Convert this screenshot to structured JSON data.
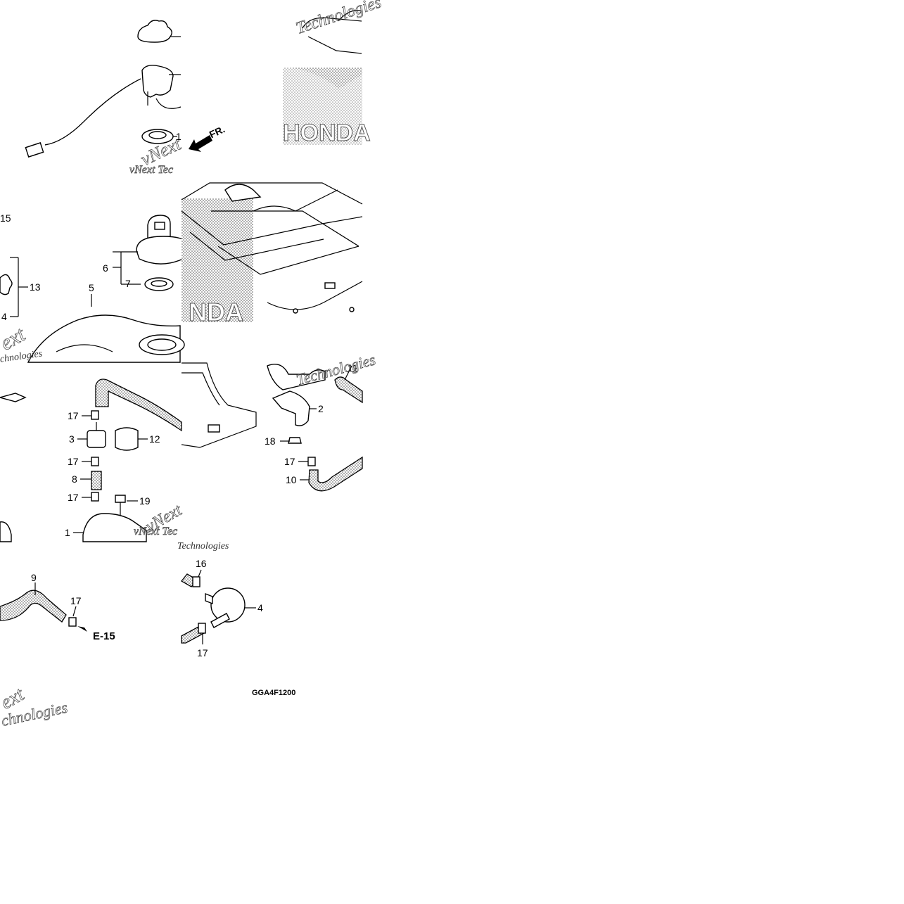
{
  "watermarks": {
    "technologies": "Technologies",
    "vnext": "vNext",
    "vnext_tec": "vNext Tec",
    "ext": "ext",
    "chnologies": "chnologies"
  },
  "brand": {
    "logo_text": "HONDA",
    "logo_text_partial": "NDA"
  },
  "diagram_code": "GGA4F1200",
  "direction_label": "FR.",
  "reference_label": "E-15",
  "callouts": {
    "c1": "1",
    "c2": "2",
    "c3": "3",
    "c4": "4",
    "c4_left": "4",
    "c5": "5",
    "c6": "6",
    "c7": "7",
    "c8": "8",
    "c9": "9",
    "c10": "10",
    "c11": "11",
    "c12": "12",
    "c13": "13",
    "c15": "15",
    "c16": "16",
    "c17a": "17",
    "c17b": "17",
    "c17c": "17",
    "c17d": "17",
    "c17e": "17",
    "c17f": "17",
    "c18": "18",
    "c19": "19",
    "c1_top": "1"
  },
  "colors": {
    "ink": "#000000",
    "paper": "#ffffff",
    "stipple": "#555555"
  }
}
